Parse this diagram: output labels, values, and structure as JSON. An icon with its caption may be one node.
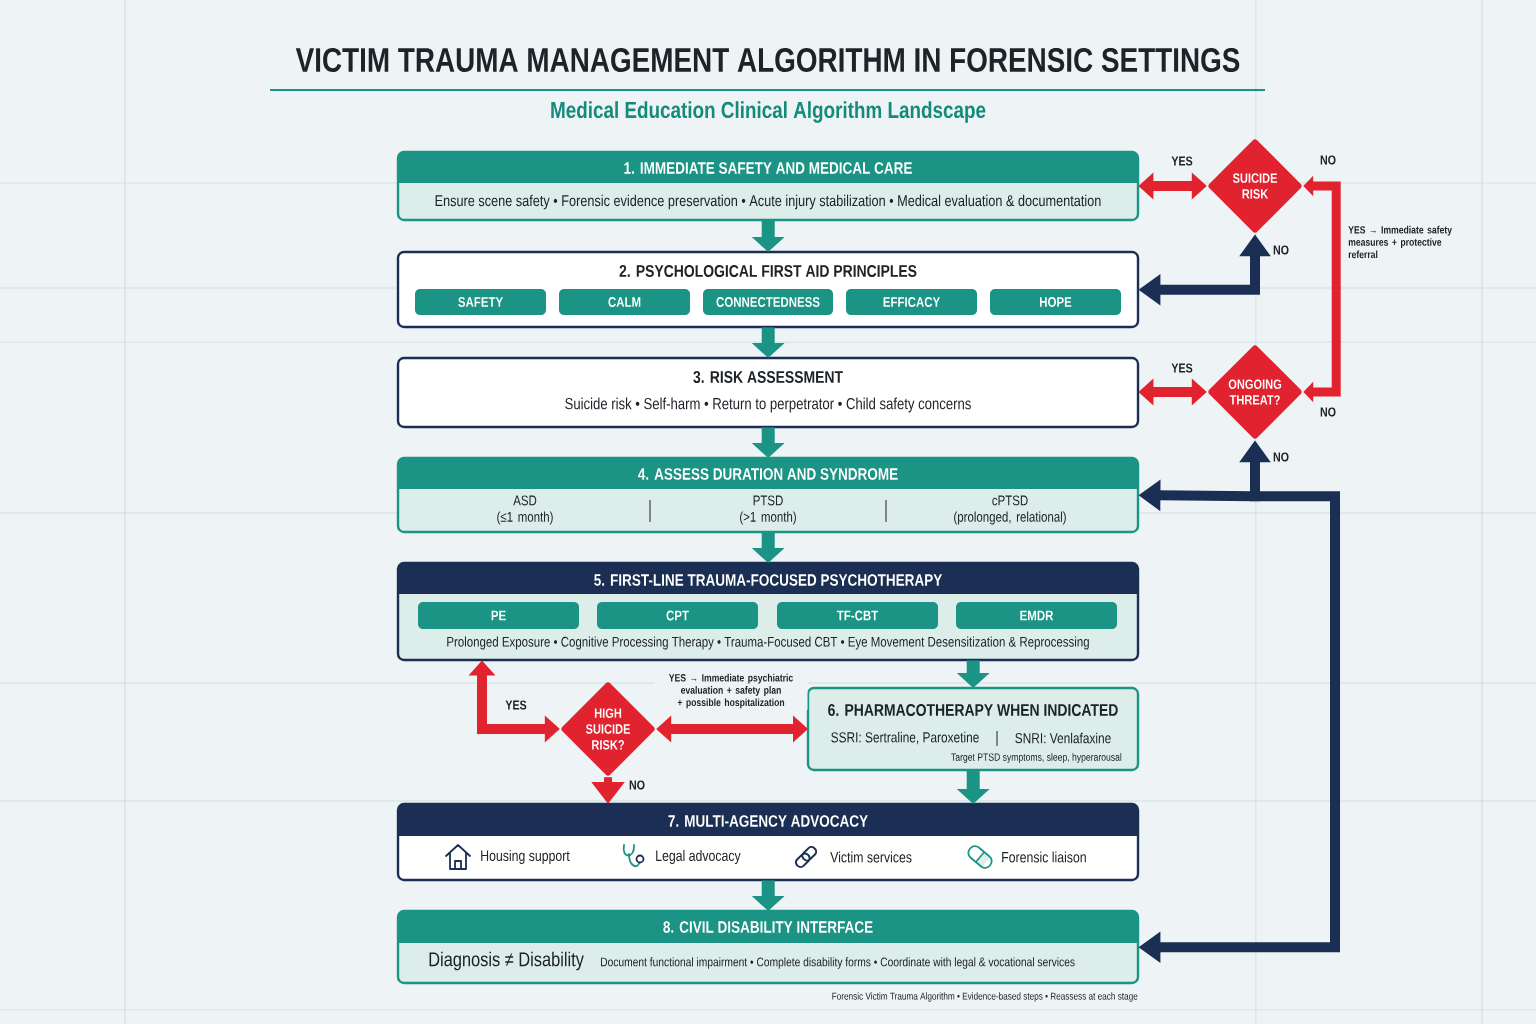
{
  "diagram": {
    "title": "VICTIM TRAUMA MANAGEMENT ALGORITHM IN FORENSIC SETTINGS",
    "nodes": [
      {
        "text": [
          "1. IMMEDIATE SAFETY AND MEDICAL CARE",
          "Ensure scene safety • Forensic evidence preservation • Acute injury stabilization • Medical evaluation & documentation"
        ]
      },
      {
        "text": [
          "2. PSYCHOLOGICAL FIRST AID PRINCIPLES"
        ]
      },
      {
        "text": [
          "SAFETY"
        ],
        "in": 1
      },
      {
        "text": [
          "CALM"
        ],
        "in": 1
      },
      {
        "text": [
          "CONNECTEDNESS"
        ],
        "in": 1
      },
      {
        "text": [
          "EFFICACY"
        ],
        "in": 1
      },
      {
        "text": [
          "HOPE"
        ],
        "in": 1
      },
      {
        "text": [
          "3. RISK ASSESSMENT",
          "Suicide risk • Self-harm • Return to perpetrator • Child safety concerns"
        ]
      },
      {
        "text": [
          "4. ASSESS DURATION AND SYNDROME",
          "ASD (≤1 month)",
          "PTSD (>1 month)",
          "cPTSD (prolonged, relational)"
        ]
      },
      {
        "text": [
          "5. FIRST-LINE TRAUMA-FOCUSED PSYCHOTHERAPY",
          "Prolonged Exposure • Cognitive Processing Therapy • Trauma-Focused CBT • Eye Movement Desensitization & Reprocessing"
        ]
      },
      {
        "text": [
          "PE"
        ],
        "in": 9
      },
      {
        "text": [
          "CPT"
        ],
        "in": 9
      },
      {
        "text": [
          "TF-CBT"
        ],
        "in": 9
      },
      {
        "text": [
          "EMDR"
        ],
        "in": 9
      },
      {
        "text": [
          "6. PHARMACOTHERAPY WHEN INDICATED",
          "SSRI: Sertraline, Paroxetine",
          "SNRI: Venlafaxine",
          "Target PTSD symptoms, sleep, hyperarousal"
        ]
      },
      {
        "text": [
          "7. MULTI-AGENCY ADVOCACY",
          "Housing support",
          "Legal advocacy",
          "Victim services",
          "Forensic liaison"
        ]
      },
      {
        "text": [
          "8. CIVIL DISABILITY INTERFACE",
          "Diagnosis ≠ Disability",
          "Document functional impairment • Complete disability forms • Coordinate with legal & vocational services"
        ]
      },
      {
        "text": [
          "SUICIDE RISK"
        ]
      },
      {
        "text": [
          "ONGOING THREAT?"
        ]
      },
      {
        "text": [
          "HIGH SUICIDE RISK?"
        ]
      }
    ],
    "edges": [
      {
        "from": 0,
        "to": 1,
        "arrow": "to"
      },
      {
        "from": 1,
        "to": 7,
        "arrow": "to"
      },
      {
        "from": 7,
        "to": 8,
        "arrow": "to"
      },
      {
        "from": 8,
        "to": 9,
        "arrow": "to"
      },
      {
        "from": 9,
        "to": 14,
        "arrow": "to"
      },
      {
        "from": 14,
        "to": 15,
        "arrow": "to"
      },
      {
        "from": 15,
        "to": 16,
        "arrow": "to"
      },
      {
        "from": 17,
        "to": 0,
        "arrow": "both",
        "label": "YES",
        "color": "#e1232f"
      },
      {
        "from": 17,
        "to": 18,
        "arrow": "both",
        "label": "NO",
        "color": "#e1232f"
      },
      {
        "from": 1,
        "to": 17,
        "arrow": "both",
        "label": "NO",
        "color": "#1b2f54"
      },
      {
        "from": 8,
        "to": 18,
        "arrow": "both",
        "label": "NO",
        "color": "#1b2f54"
      },
      {
        "from": 18,
        "to": 16,
        "arrow": "both",
        "color": "#1b2f54"
      },
      {
        "from": 18,
        "to": 7,
        "arrow": "both",
        "label": "YES",
        "color": "#e1232f"
      },
      {
        "from": 19,
        "to": 9,
        "arrow": "both",
        "label": "YES",
        "color": "#e1232f"
      },
      {
        "from": 19,
        "to": 14,
        "arrow": "both",
        "label": "YES → Immediate psychiatric evaluation + safety plan + possible hospitalization",
        "color": "#e1232f"
      },
      {
        "from": 19,
        "to": 15,
        "arrow": "to",
        "label": "NO",
        "color": "#e1232f"
      }
    ],
    "labels": [
      "Medical Education Clinical Algorithm Landscape",
      "YES → Immediate safety measures + protective referral",
      "NO",
      "Forensic Victim Trauma Algorithm • Evidence-based steps • Reassess at each stage"
    ]
  }
}
